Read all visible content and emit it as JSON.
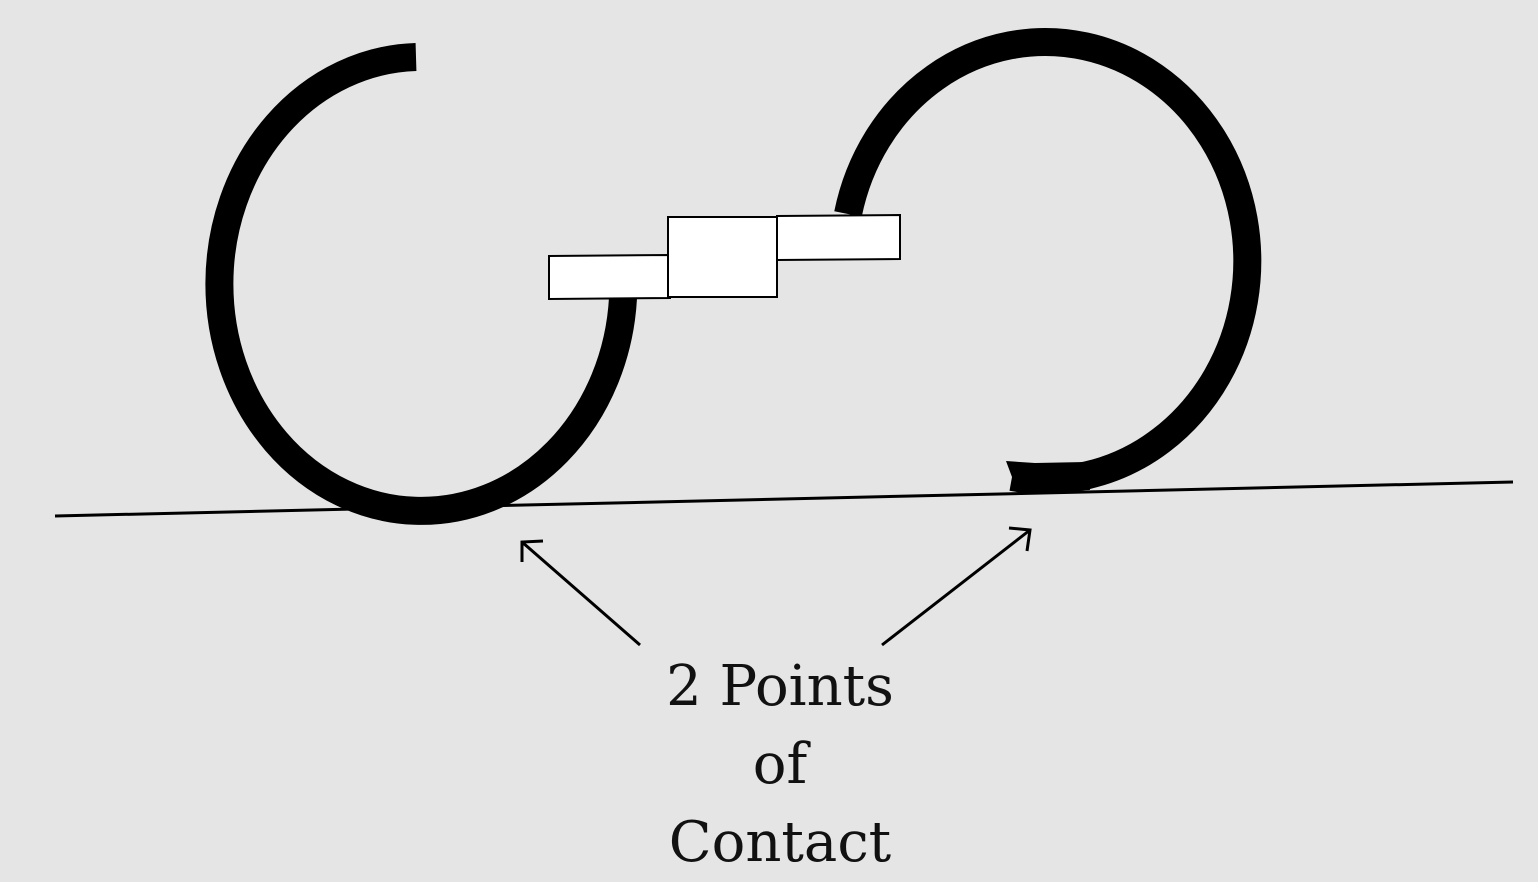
{
  "diagram": {
    "label": {
      "line1": "2 Points",
      "line2": "of",
      "line3": "Contact"
    }
  },
  "colors": {
    "background": "#e5e5e5",
    "stroke": "#000000",
    "block_fill": "#ffffff"
  }
}
